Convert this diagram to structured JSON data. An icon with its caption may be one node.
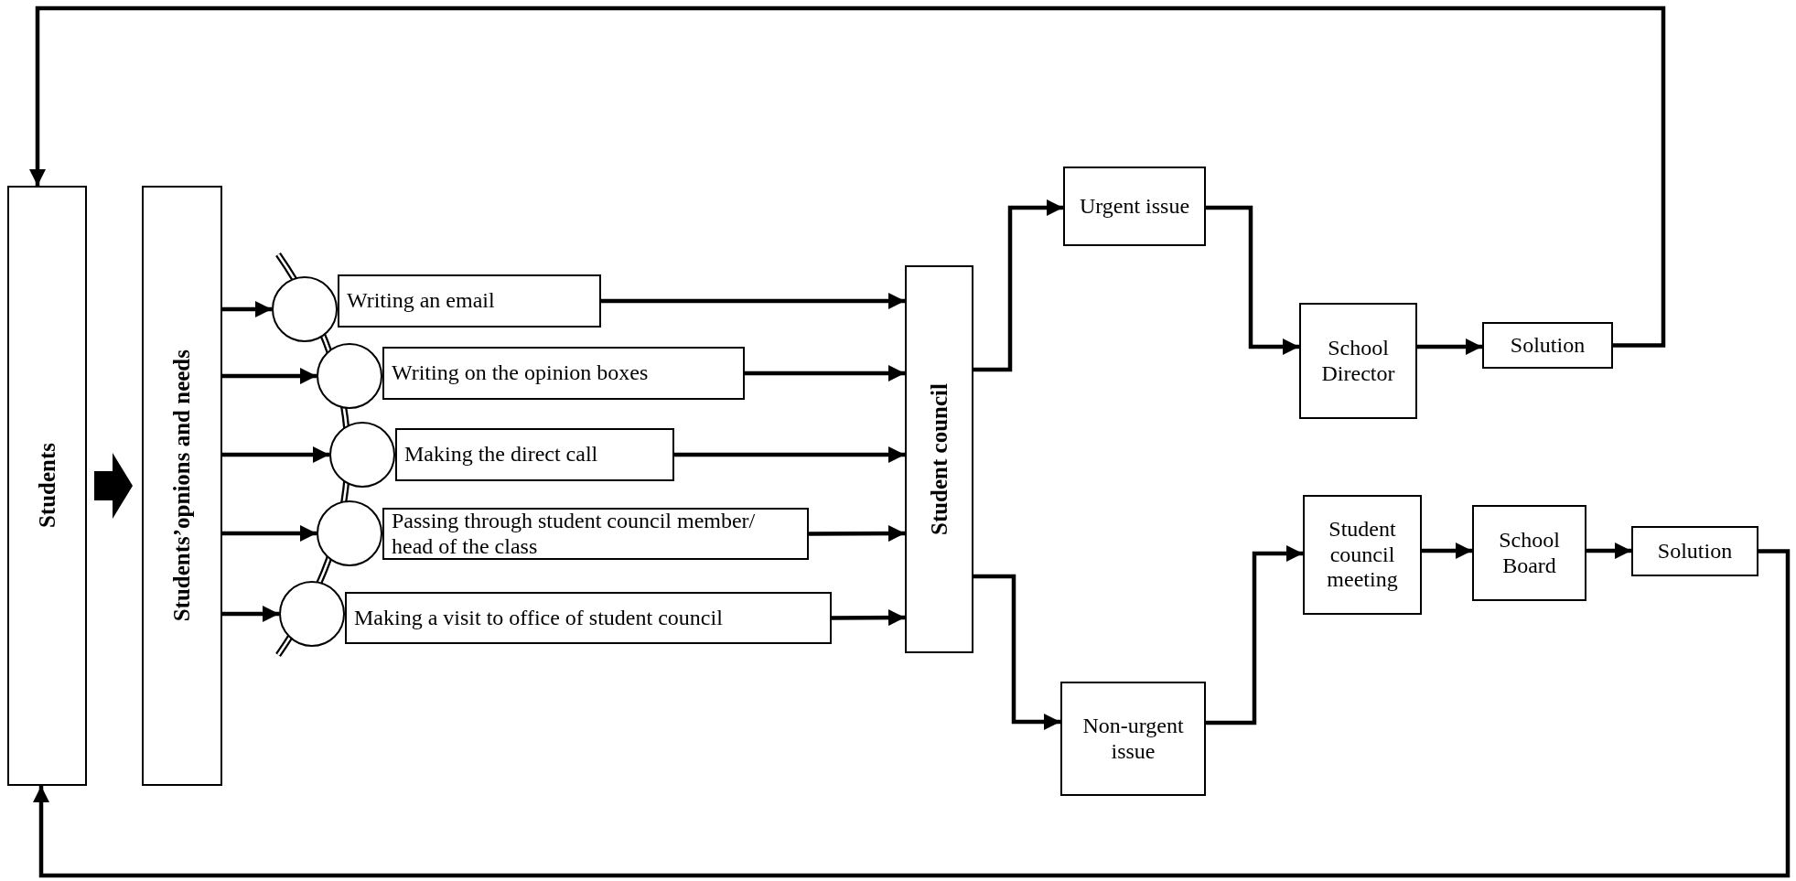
{
  "diagram": {
    "nodes": [
      {
        "text": [
          "Students"
        ]
      },
      {
        "text": [
          "Students’opnions and needs"
        ]
      },
      {
        "text": [],
        "shape": "circle"
      },
      {
        "text": [
          "Writing an email"
        ]
      },
      {
        "text": [],
        "shape": "circle"
      },
      {
        "text": [
          "Writing on the opinion boxes"
        ]
      },
      {
        "text": [],
        "shape": "circle"
      },
      {
        "text": [
          "Making the direct call"
        ]
      },
      {
        "text": [],
        "shape": "circle"
      },
      {
        "text": [
          "Passing through student council member/ head of the class"
        ]
      },
      {
        "text": [],
        "shape": "circle"
      },
      {
        "text": [
          "Making a visit to office of student council"
        ]
      },
      {
        "text": [
          "Student council"
        ]
      },
      {
        "text": [
          "Urgent issue"
        ]
      },
      {
        "text": [
          "School Director"
        ]
      },
      {
        "text": [
          "Solution"
        ]
      },
      {
        "text": [
          "Student council meeting"
        ]
      },
      {
        "text": [
          "School Board"
        ]
      },
      {
        "text": [
          "Solution"
        ]
      },
      {
        "text": [
          "Non-urgent issue"
        ]
      }
    ],
    "edges": [
      {
        "from": 0,
        "to": 1,
        "arrow": "to",
        "style": "thick"
      },
      {
        "from": 1,
        "to": 2,
        "arrow": "to"
      },
      {
        "from": 1,
        "to": 4,
        "arrow": "to"
      },
      {
        "from": 1,
        "to": 6,
        "arrow": "to"
      },
      {
        "from": 1,
        "to": 8,
        "arrow": "to"
      },
      {
        "from": 1,
        "to": 10,
        "arrow": "to"
      },
      {
        "from": 3,
        "to": 12,
        "arrow": "to"
      },
      {
        "from": 5,
        "to": 12,
        "arrow": "to"
      },
      {
        "from": 7,
        "to": 12,
        "arrow": "to"
      },
      {
        "from": 9,
        "to": 12,
        "arrow": "to"
      },
      {
        "from": 11,
        "to": 12,
        "arrow": "to"
      },
      {
        "from": 12,
        "to": 13,
        "arrow": "to"
      },
      {
        "from": 12,
        "to": 19,
        "arrow": "to"
      },
      {
        "from": 13,
        "to": 14,
        "arrow": "to"
      },
      {
        "from": 14,
        "to": 15,
        "arrow": "to"
      },
      {
        "from": 15,
        "to": 0,
        "arrow": "to"
      },
      {
        "from": 19,
        "to": 16,
        "arrow": "to"
      },
      {
        "from": 16,
        "to": 17,
        "arrow": "to"
      },
      {
        "from": 17,
        "to": 18,
        "arrow": "to"
      },
      {
        "from": 18,
        "to": 0,
        "arrow": "to"
      }
    ]
  }
}
